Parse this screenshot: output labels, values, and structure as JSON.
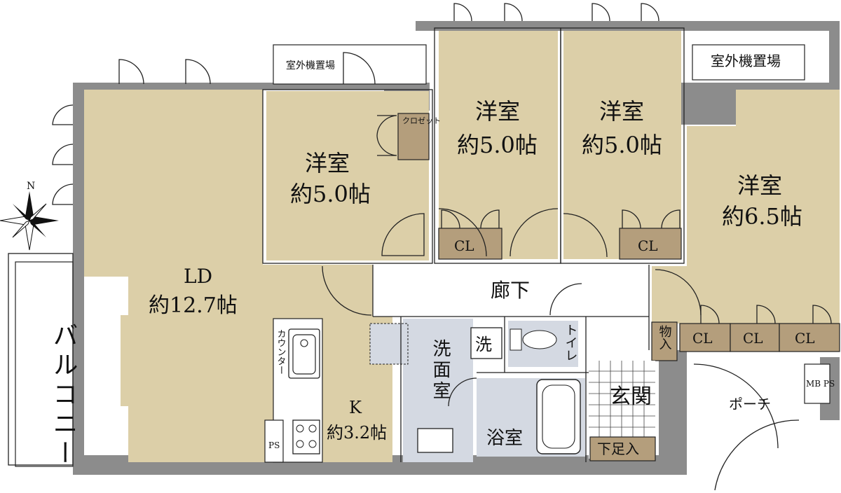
{
  "compass": {
    "north": "N"
  },
  "rooms": {
    "ld_name": "LD",
    "ld_size": "約12.7帖",
    "kitchen_name": "K",
    "kitchen_size": "約3.2帖",
    "west_name": "洋室",
    "west_size": "約5.0帖",
    "north_left_name": "洋室",
    "north_left_size": "約5.0帖",
    "north_right_name": "洋室",
    "north_right_size": "約5.0帖",
    "east_name": "洋室",
    "east_size": "約6.5帖",
    "hallway": "廊下",
    "washroom": "洗面室",
    "washer": "洗",
    "toilet": "トイレ",
    "bath": "浴室",
    "entrance": "玄関",
    "shoe_storage": "下足入",
    "storage": "物入",
    "porch": "ポーチ",
    "balcony": "バルコニー",
    "counter": "カウンター",
    "ac_unit_small": "室外機置場",
    "ac_unit_large": "室外機置場",
    "closet": "クロゼット",
    "cl_1": "CL",
    "cl_2": "CL",
    "cl_3": "CL",
    "cl_4": "CL",
    "cl_5": "CL",
    "ps_kitchen": "PS",
    "mb_ps": "MB PS"
  }
}
